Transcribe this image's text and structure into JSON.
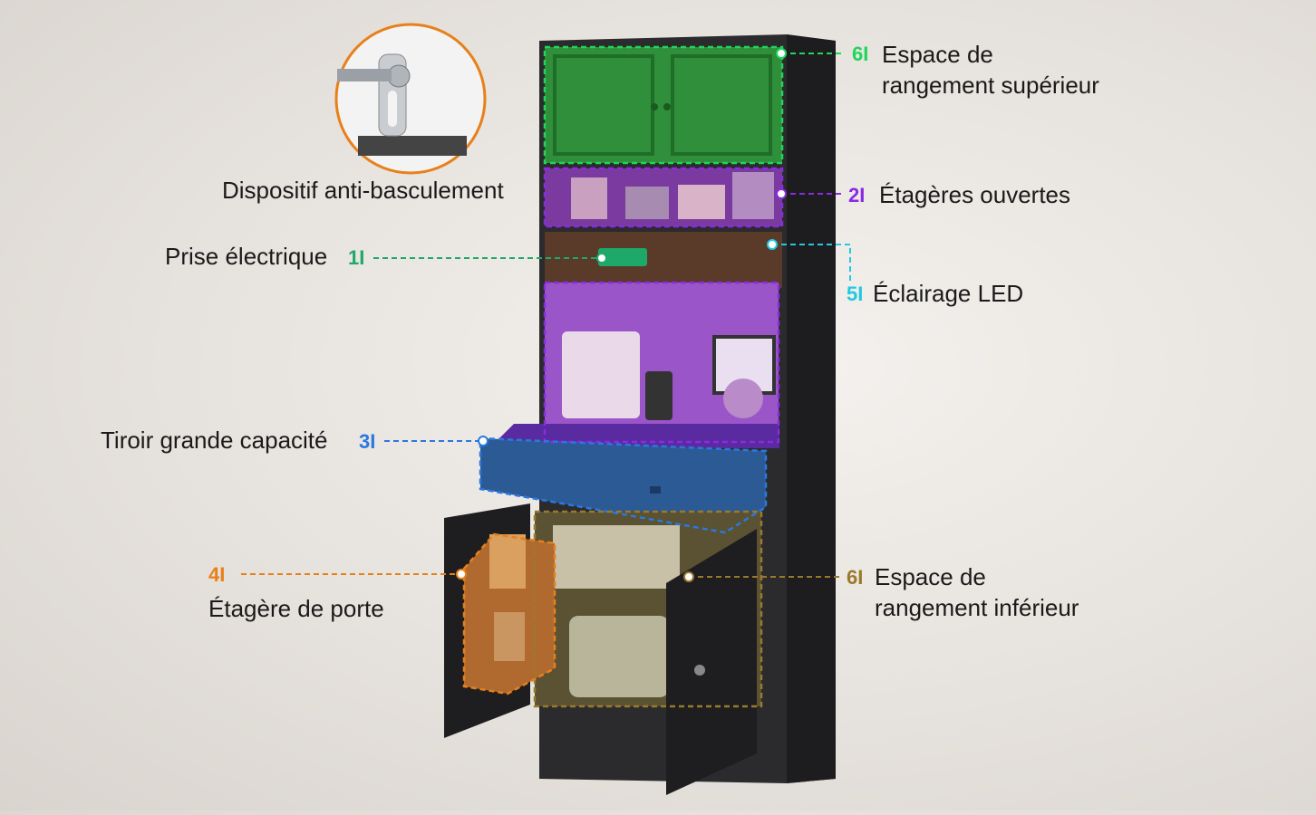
{
  "colors": {
    "green": "#1fd65a",
    "purple": "#8a2be2",
    "teal": "#1ea86a",
    "cyan": "#22c8e0",
    "blue": "#2a78e0",
    "orange": "#e8801a",
    "olive": "#9a7a2a",
    "cabinet": "#2a2a2c"
  },
  "callouts": {
    "anti_tip": {
      "label": "Dispositif anti-basculement"
    },
    "upper_storage": {
      "number": "6",
      "line1": "Espace de",
      "line2": "rangement supérieur"
    },
    "open_shelves": {
      "number": "2",
      "label": "Étagères ouvertes"
    },
    "outlet": {
      "number": "1",
      "label": "Prise électrique"
    },
    "led": {
      "number": "5",
      "label": "Éclairage LED"
    },
    "drawer": {
      "number": "3",
      "label": "Tiroir grande capacité"
    },
    "door_shelf": {
      "number": "4",
      "label": "Étagère de porte"
    },
    "lower_storage": {
      "number": "6",
      "line1": "Espace de",
      "line2": "rangement inférieur"
    }
  }
}
